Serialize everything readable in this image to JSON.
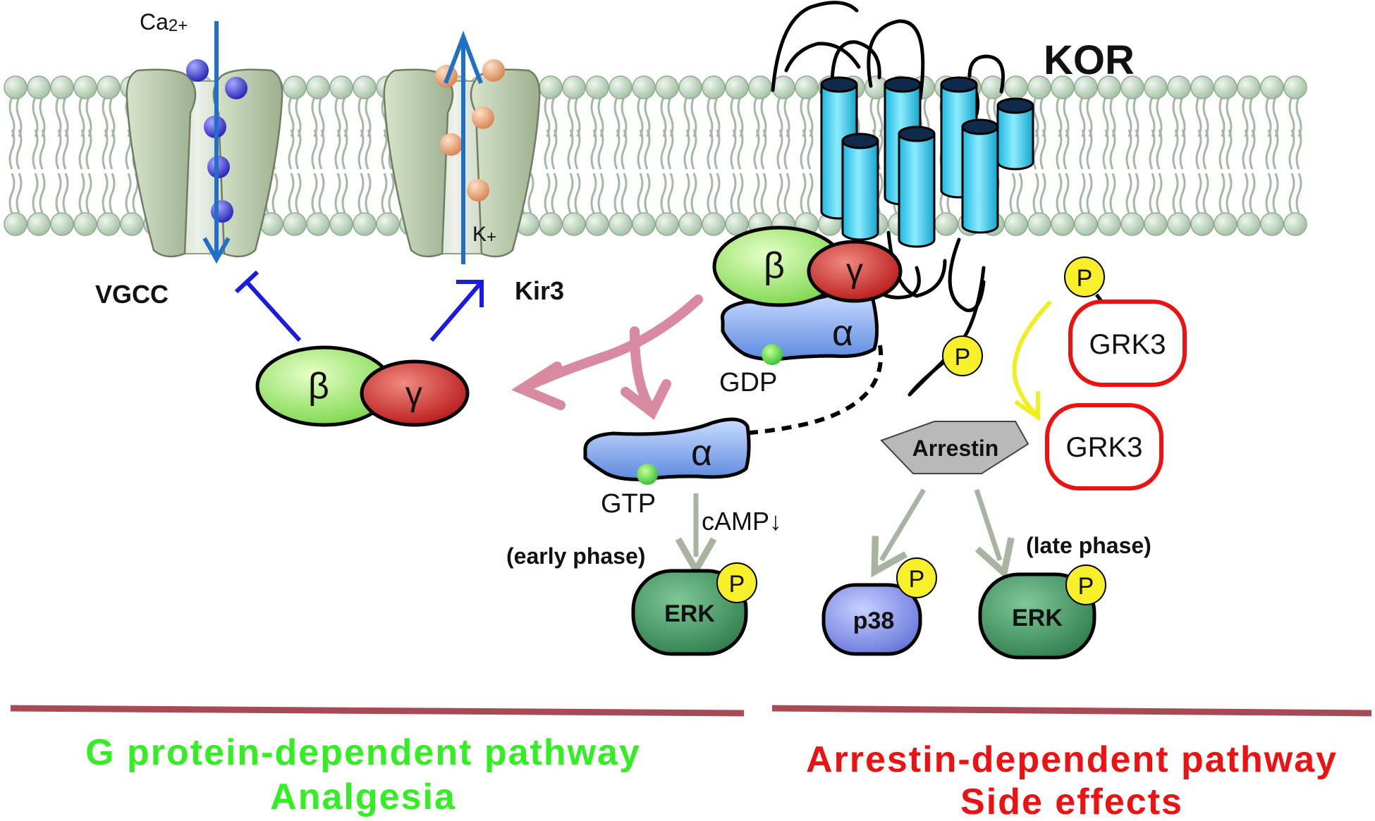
{
  "labels": {
    "kor": "KOR",
    "vgcc": "VGCC",
    "kir3": "Kir3",
    "ca_base": "Ca",
    "ca_sup": "2+",
    "k_base": "K",
    "k_sup": "+",
    "beta": "β",
    "gamma": "γ",
    "alpha": "α",
    "gdp": "GDP",
    "gtp": "GTP",
    "camp": "cAMP↓",
    "early_phase": "(early phase)",
    "late_phase": "(late phase)",
    "arrestin": "Arrestin",
    "grk3": "GRK3",
    "erk": "ERK",
    "p38": "p38",
    "phospho": "P"
  },
  "pathways": {
    "left_title": "G protein-dependent pathway",
    "left_subtitle": "Analgesia",
    "right_title": "Arrestin-dependent pathway",
    "right_subtitle": "Side effects"
  },
  "colors": {
    "left_text": "#33ee22",
    "right_text": "#ee1111",
    "divider": "#a84a55",
    "receptor": "#3cd8f5",
    "receptor_cap": "#0f2a4a",
    "beta": "#9ae86a",
    "gamma": "#d42a2a",
    "alpha": "#7fa8ee",
    "erk": "#3d8a5a",
    "p38": "#7a8de6",
    "phospho": "#f6ef2a",
    "grk3_border": "#ee1111",
    "arrestin": "#b9b9b9",
    "membrane_head": "#c8dcc8",
    "channel": "#b8c8a8",
    "ca_ion": "#3c3cd8",
    "k_ion": "#e8a070",
    "ion_arrow": "#2070c8",
    "block_arrow": "#1a1ae0",
    "pink_arrow": "#d88aa2",
    "yellow_arrow": "#f0f020",
    "grey_arrow": "#a8b4a0"
  }
}
